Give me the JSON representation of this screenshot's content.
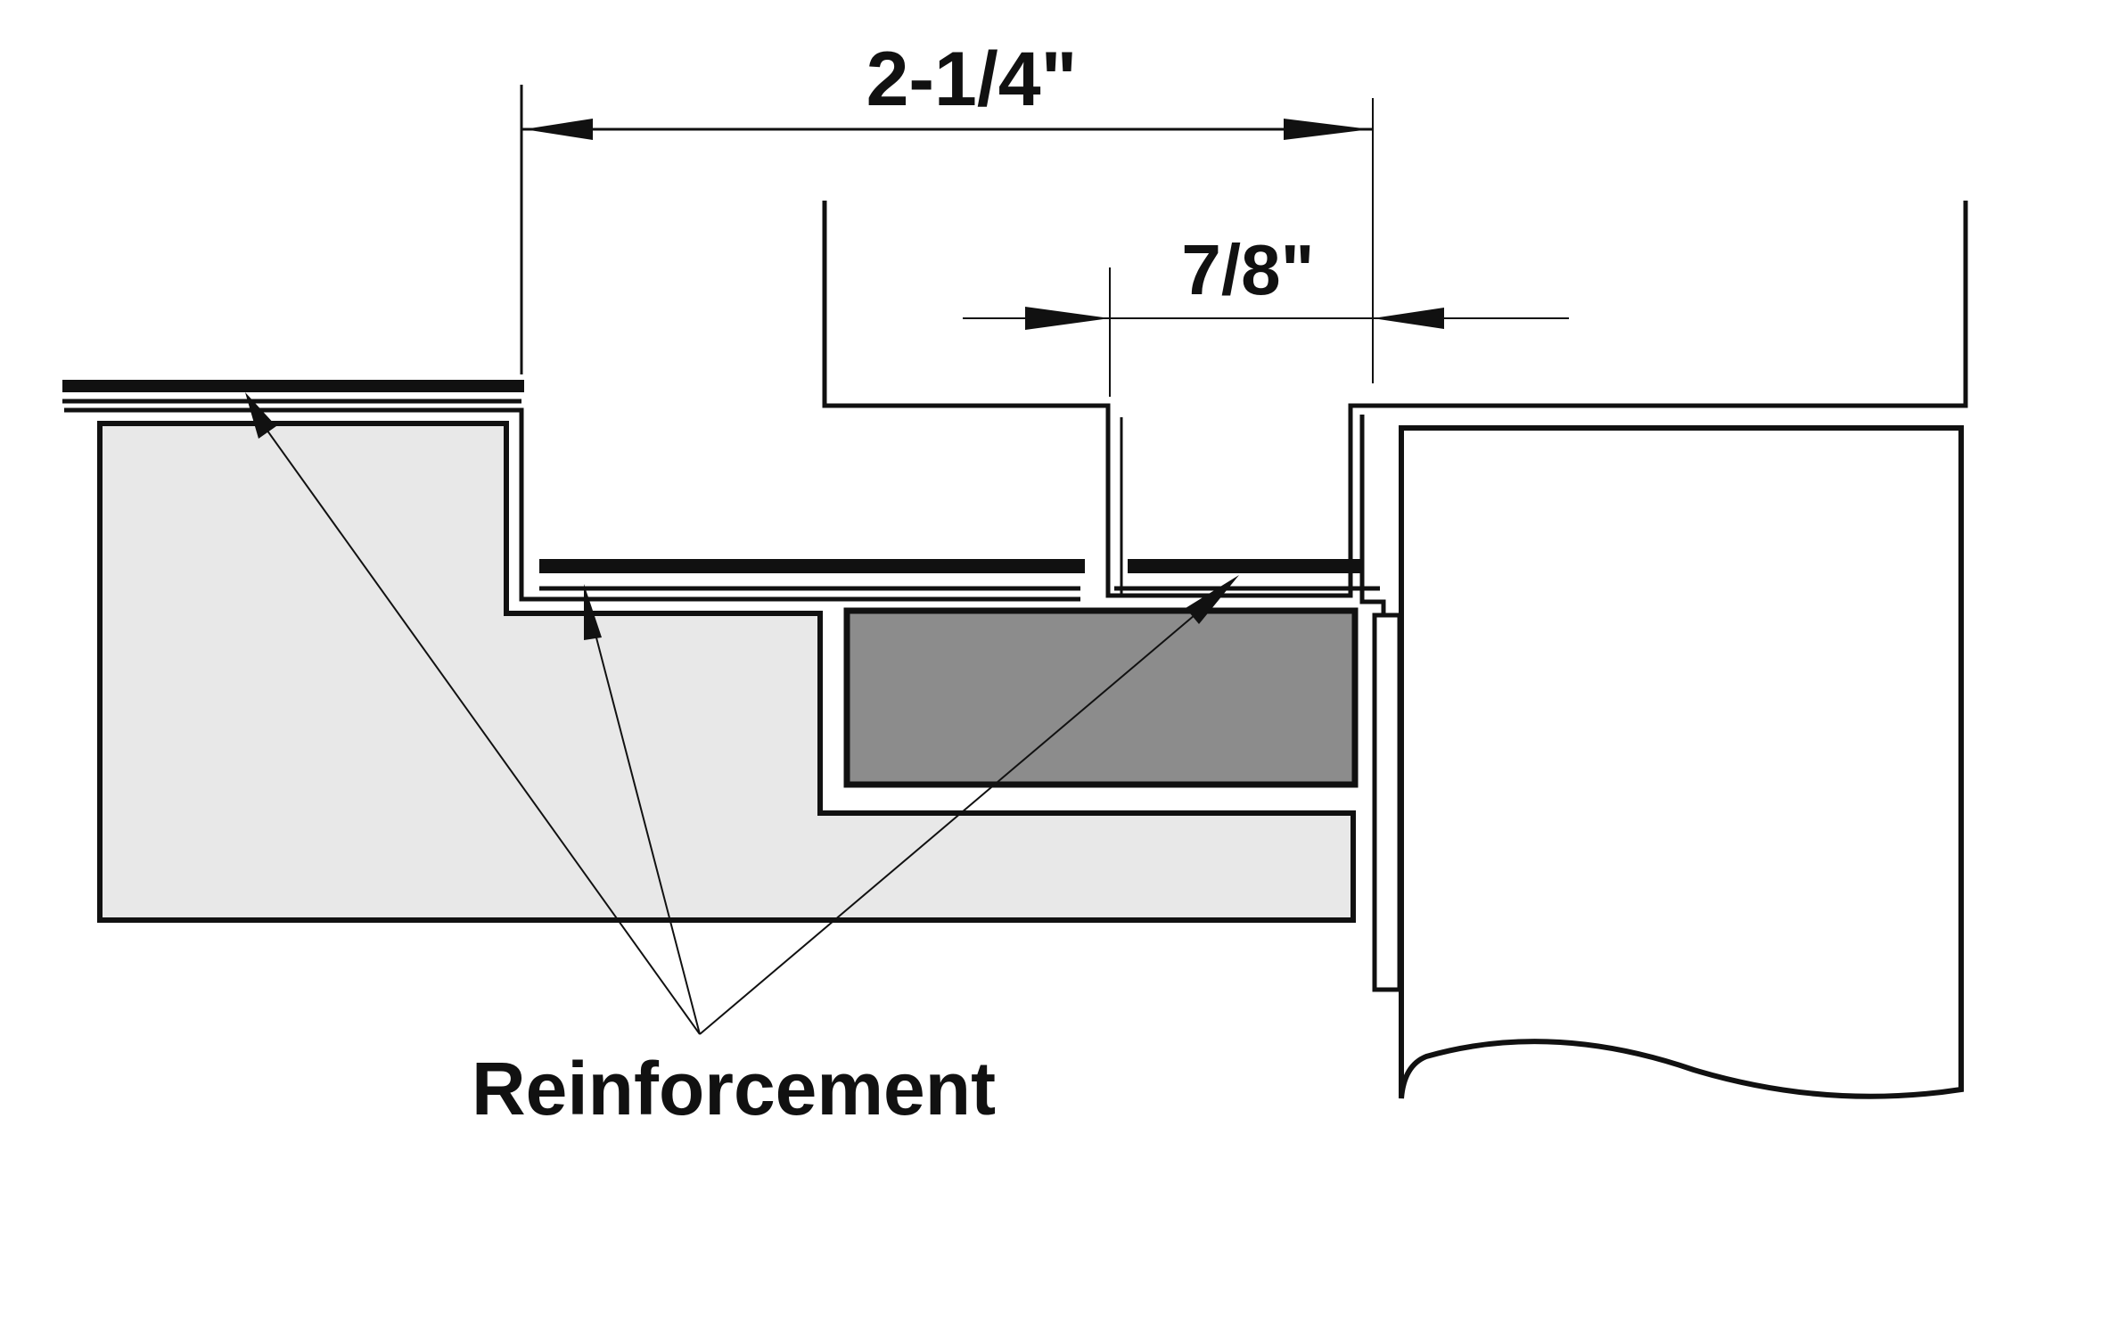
{
  "dimensions": {
    "overall": "2-1/4\"",
    "inner": "7/8\""
  },
  "callout": {
    "label": "Reinforcement"
  },
  "colors": {
    "line": "#111111",
    "frame_fill": "#e8e8e8",
    "block_fill": "#8c8c8c",
    "background": "#ffffff"
  }
}
